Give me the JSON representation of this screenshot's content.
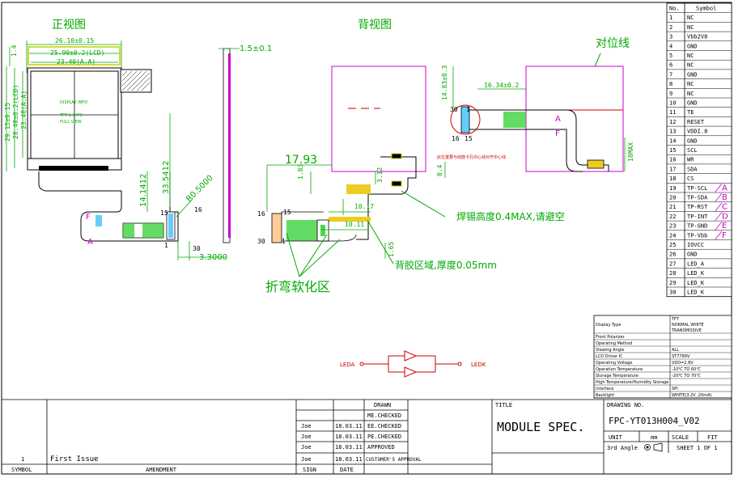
{
  "views": {
    "front_title": "正视图",
    "back_title": "背视图",
    "align_line": "对位线"
  },
  "dims": {
    "w_outer": "26.10±0.15",
    "w_lcd": "25.90±0.2(LCD)",
    "w_aa": "23.40(A.A)",
    "h_outer": "29.15±0.15",
    "h_lcd": "28.40±0.2(LCD)",
    "h_aa": "23.40(A.A)",
    "top_1_4": "1.4",
    "thickness": "1.5±0.1",
    "fpc_len": "33.5412",
    "fpc_mid": "14.1412",
    "radius": "R0.5000",
    "offset": "3.3000",
    "d_17_93": "17.93",
    "d_16_34": "16.34±0.2",
    "d_14_83": "14.83±0.3",
    "d_10max": "10MAX",
    "d_0_4": "0.4",
    "d_1_83": "1.83",
    "d_3_12": "3.12",
    "d_10_17": "10.17",
    "d_10_11": "10.11",
    "d_1_65": "1.65"
  },
  "pins": {
    "p15": "15",
    "p16": "16",
    "p1": "1",
    "p30": "30",
    "b16": "16",
    "b30": "30",
    "b1": "1",
    "b15": "15",
    "z30": "30",
    "z1": "1",
    "z16": "16",
    "z15": "15"
  },
  "markers": {
    "F": "F",
    "A": "A"
  },
  "annotations": {
    "solder": "焊锡高度0.4MAX,请避空",
    "back_glue": "背胶区域,厚度0.05mm",
    "bend": "折弯软化区",
    "center": "此位置要与线鼓卡孔中心线对齐中心线"
  },
  "lcd_text": [
    "DISPLAY INFO",
    "TFT 1.3 IPS",
    "FULL VIEW"
  ],
  "symbol_table": {
    "headers": [
      "No.",
      "Symbol"
    ],
    "rows": [
      [
        "1",
        "NC"
      ],
      [
        "2",
        "NC"
      ],
      [
        "3",
        "Vbb2V8"
      ],
      [
        "4",
        "GND"
      ],
      [
        "5",
        "NC"
      ],
      [
        "6",
        "NC"
      ],
      [
        "7",
        "GND"
      ],
      [
        "8",
        "NC"
      ],
      [
        "9",
        "NC"
      ],
      [
        "10",
        "GND"
      ],
      [
        "11",
        "TE"
      ],
      [
        "12",
        "RESET"
      ],
      [
        "13",
        "VDDI.8"
      ],
      [
        "14",
        "GND"
      ],
      [
        "15",
        "SCL"
      ],
      [
        "16",
        "WR"
      ],
      [
        "17",
        "SDA"
      ],
      [
        "18",
        "CS"
      ],
      [
        "19",
        "TP-SCL"
      ],
      [
        "20",
        "TP-SDA"
      ],
      [
        "21",
        "TP-RST"
      ],
      [
        "22",
        "TP-INT"
      ],
      [
        "23",
        "TP-GND"
      ],
      [
        "24",
        "TP-Vbb"
      ],
      [
        "25",
        "IOVCC"
      ],
      [
        "26",
        "GND"
      ],
      [
        "27",
        "LED_A"
      ],
      [
        "28",
        "LED_K"
      ],
      [
        "29",
        "LED_K"
      ],
      [
        "30",
        "LED_K"
      ]
    ],
    "tags": [
      "A",
      "B",
      "C",
      "D",
      "E",
      "F"
    ]
  },
  "spec_table": [
    [
      "Display Type",
      "TFT / NORMAL WHITE / TRANSMISSIVE"
    ],
    [
      "Front Polarizer",
      ""
    ],
    [
      "Operating Method",
      ""
    ],
    [
      "Viewing Angle",
      "ALL"
    ],
    [
      "LCD Driver IC",
      "ST7789V"
    ],
    [
      "Operating Voltage",
      "VDD=2.8V"
    ],
    [
      "Operation Temperature",
      "-10℃ TO 60℃"
    ],
    [
      "Storage Temperature",
      "-20℃ TO 70℃"
    ],
    [
      "High Temperature/Humidity Storage",
      ""
    ],
    [
      "Interface",
      "SPI"
    ],
    [
      "Backlight",
      "WHITE(3.2V ,20mA)"
    ]
  ],
  "led": {
    "leda": "LEDA",
    "ledk": "LEDK"
  },
  "title_block": {
    "drawn": "DRAWN",
    "rows": [
      {
        "sign": "",
        "date": "",
        "role": "ME.CHECKED"
      },
      {
        "sign": "Joe",
        "date": "18.03.11",
        "role": "EE.CHECKED"
      },
      {
        "sign": "Joe",
        "date": "18.03.11",
        "role": "PE.CHECKED"
      },
      {
        "sign": "Joe",
        "date": "18.03.11",
        "role": "APPROVED"
      },
      {
        "sign": "Joe",
        "date": "18.03.11",
        "role": "CUSTOMER'S APPROVAL"
      }
    ],
    "revision": {
      "symbol": "1",
      "amendment": "First Issue"
    },
    "footer": {
      "symbol": "SYMBOL",
      "amendment": "AMENDMENT",
      "sign": "SIGN",
      "date": "DATE"
    },
    "title_label": "TITLE",
    "title": "MODULE SPEC.",
    "drawing_no_label": "DRAWING NO.",
    "drawing_no": "FPC-YT013H004_V02",
    "unit_label": "UNIT",
    "unit": "mm",
    "scale_label": "SCALE",
    "scale": "FIT",
    "angle": "3rd Angle",
    "sheet": "SHEET 1 OF 1"
  }
}
